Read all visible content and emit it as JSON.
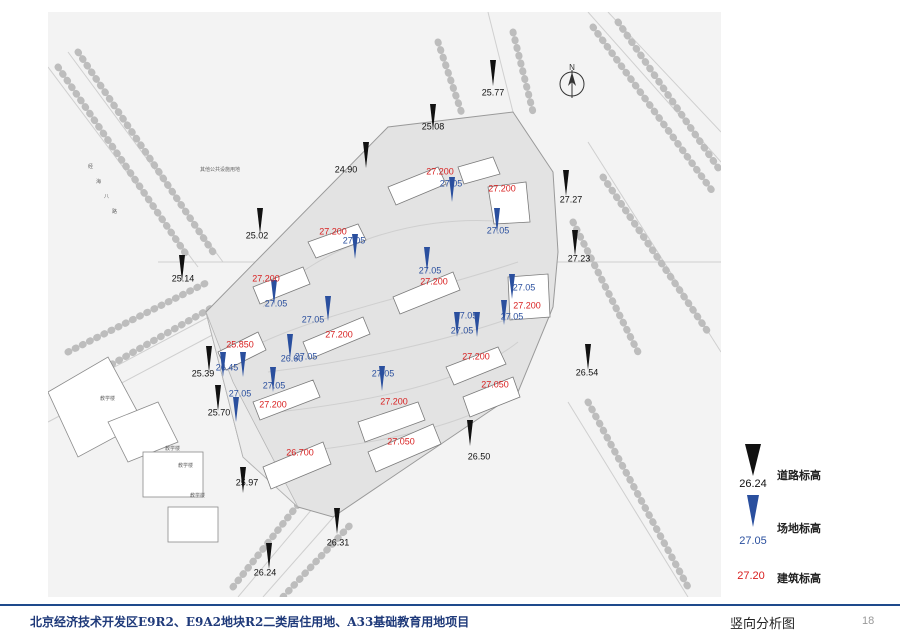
{
  "title": {
    "project": "北京经济技术开发区E9R2、E9A2地块R2二类居住用地、A33基础教育用地项目",
    "section": "竖向分析图",
    "page": "18"
  },
  "north_label": "N",
  "legend": {
    "road": {
      "value": "26.24",
      "label": "道路标高"
    },
    "site": {
      "value": "27.05",
      "label": "场地标高"
    },
    "bldg": {
      "value": "27.20",
      "label": "建筑标高"
    }
  },
  "colors": {
    "road": "#111111",
    "site": "#2a4f9e",
    "bldg": "#d81e1e",
    "trees": "#bdbdbd",
    "footer": "#1e4a8c"
  },
  "road_elevations": [
    "25.77",
    "25.08",
    "24.90",
    "27.27",
    "25.02",
    "27.23",
    "25.14",
    "26.54",
    "25.39",
    "25.70",
    "26.50",
    "25.97",
    "26.31",
    "26.24"
  ],
  "site_elevations": [
    "27.05",
    "27.05",
    "27.05",
    "27.05",
    "27.05",
    "27.05",
    "27.05",
    "27.05",
    "27.05",
    "27.05",
    "27.05",
    "27.05",
    "26.60",
    "27.05",
    "27.05",
    "26.45"
  ],
  "building_elevations": [
    "27.200",
    "27.200",
    "27.200",
    "27.200",
    "27.200",
    "27.200",
    "27.200",
    "25.850",
    "27.200",
    "27.200",
    "27.050",
    "27.200",
    "27.050",
    "26.700"
  ],
  "map_text": [
    "经",
    "海",
    "八",
    "路",
    "其他公共设施用地",
    "教学楼",
    "教学楼",
    "教学楼",
    "教学楼"
  ]
}
